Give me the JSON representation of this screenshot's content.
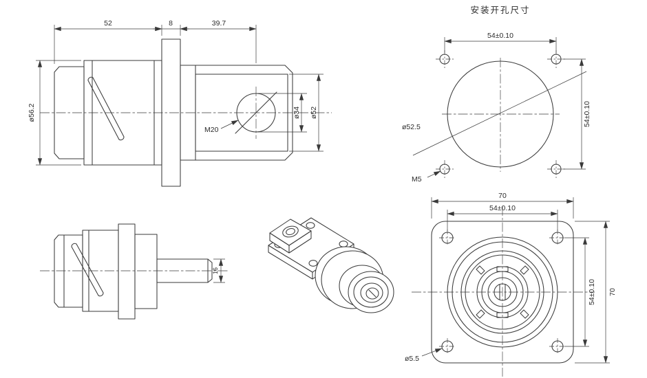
{
  "colors": {
    "line": "#3a3a3a",
    "text": "#2b2b2b",
    "bg": "#ffffff"
  },
  "section_view": {
    "len_52": "52",
    "len_8": "8",
    "len_39_7": "39.7",
    "dia_56_2": "ø56.2",
    "thread_m20": "M20",
    "dia_34": "ø34",
    "dia_52": "ø52"
  },
  "mounting_view": {
    "title": "安装开孔尺寸",
    "pitch_h": "54±0.10",
    "pitch_v": "54±0.10",
    "dia_52_5": "ø52.5",
    "thread_m5": "M5"
  },
  "side_view": {
    "len_16": "16"
  },
  "front_view": {
    "width_70": "70",
    "pitch_h": "54±0.10",
    "pitch_v": "54±0.10",
    "height_70": "70",
    "dia_5_5": "ø5.5"
  }
}
